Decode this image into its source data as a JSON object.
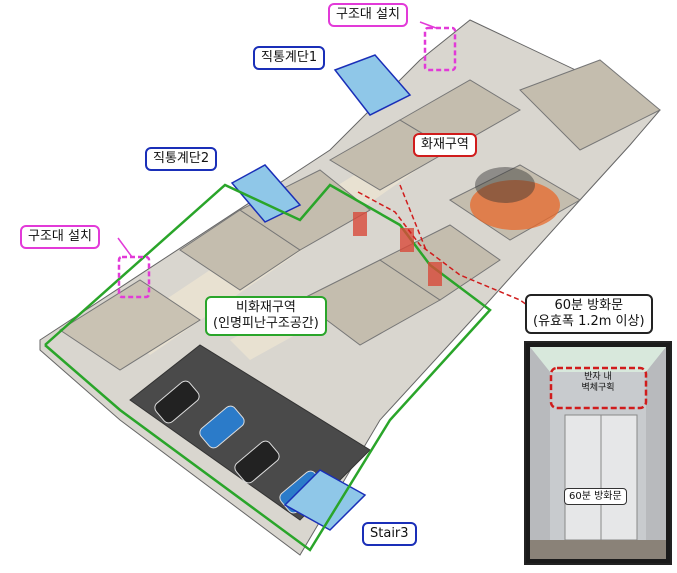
{
  "labels": {
    "rescue_top": "구조대 설치",
    "stair1": "직통계단1",
    "stair2": "직통계단2",
    "fire_zone": "화재구역",
    "rescue_left": "구조대 설치",
    "nonfire_line1": "비화재구역",
    "nonfire_line2": "(인명피난구조공간)",
    "firedoor_line1": "60분 방화문",
    "firedoor_line2": "(유효폭 1.2m 이상)",
    "stair3": "Stair3"
  },
  "inset": {
    "top_line1": "반자 내",
    "top_line2": "벽체구획",
    "door_label": "60분 방화문"
  },
  "colors": {
    "rescue": "#e23ad8",
    "stair": "#1a2fb8",
    "fire": "#d01c1c",
    "nonfire": "#2aa52a"
  }
}
